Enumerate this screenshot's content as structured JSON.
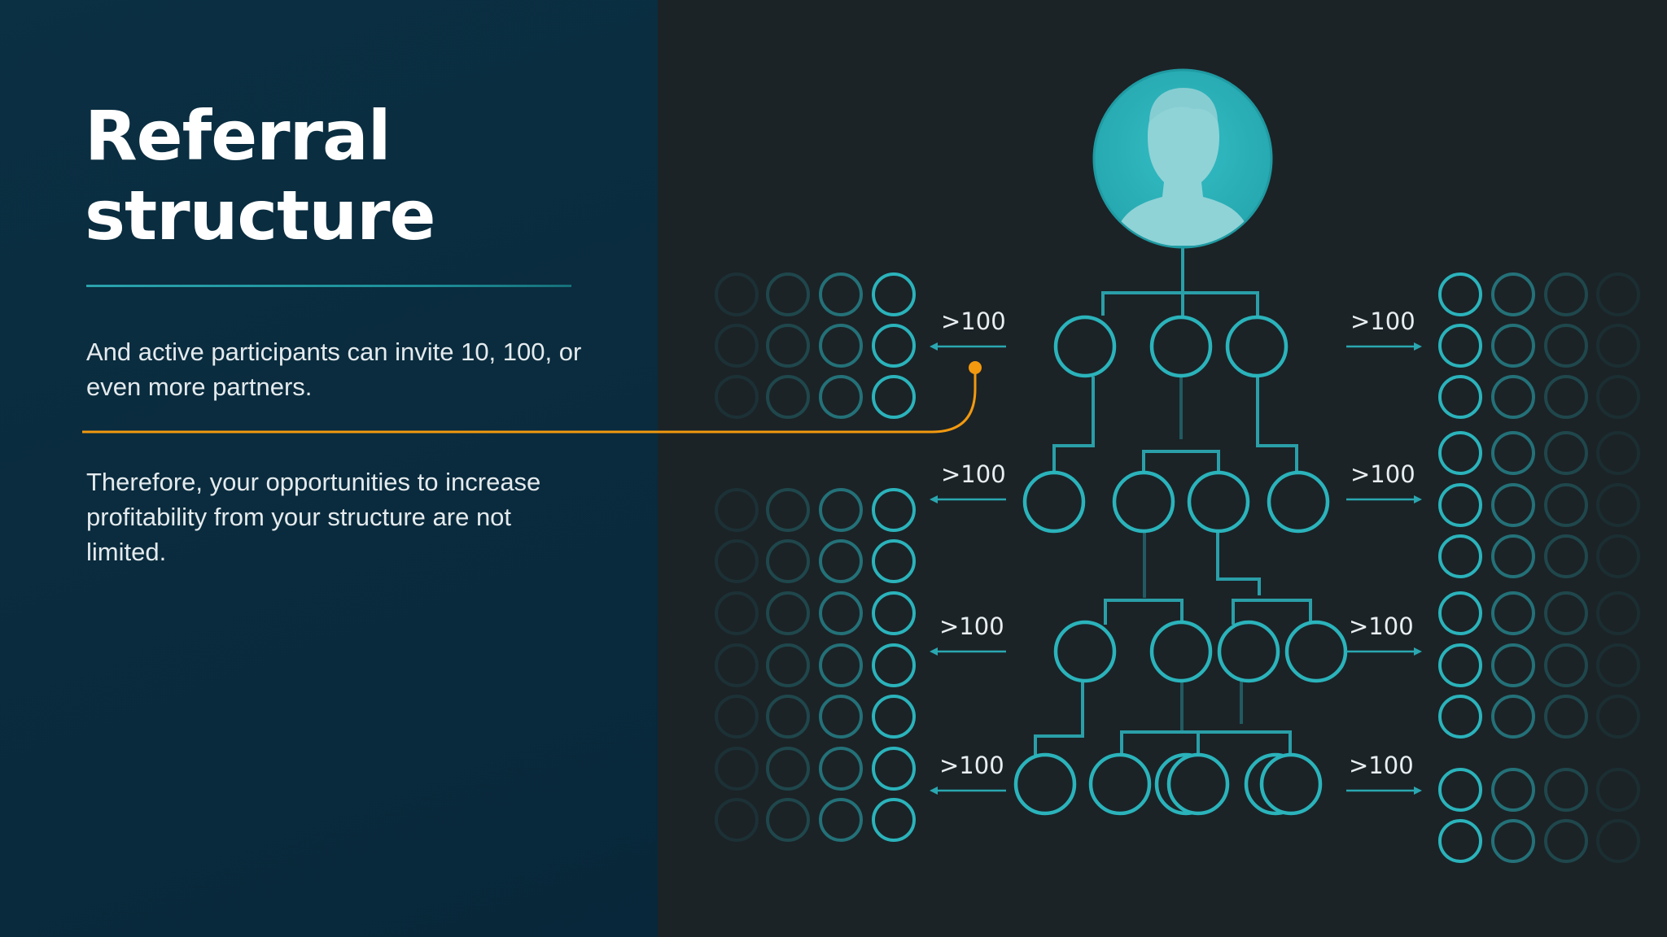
{
  "heading": {
    "title_line1": "Referral",
    "title_line2": "structure"
  },
  "text": {
    "para1": "And active participants can invite 10, 100, or even more partners.",
    "para2": "Therefore, your opportunities to increase profitability from your structure are not limited."
  },
  "diagram": {
    "level_labels_left": [
      ">100",
      ">100",
      ">100",
      ">100"
    ],
    "level_labels_right": [
      ">100",
      ">100",
      ">100",
      ">100"
    ]
  },
  "colors": {
    "accent_teal": "#2bb3bb",
    "avatar_fill": "#2ab0b8",
    "highlight_orange": "#f2990f",
    "left_panel_bg": "#0a2c3e",
    "right_panel_bg": "#1b2327"
  }
}
